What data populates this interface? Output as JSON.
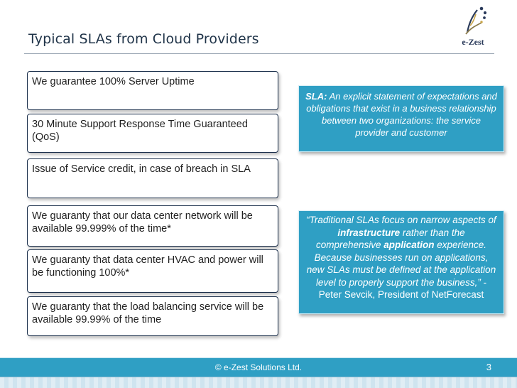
{
  "slide": {
    "title": "Typical SLAs from Cloud Providers",
    "logo_text": "e-Zest",
    "slas": [
      "We guarantee 100% Server Uptime",
      "30 Minute Support Response Time Guaranteed (QoS)",
      "Issue of Service credit, in case of breach in SLA",
      "We guaranty that our data center network will be available 99.999% of the time*",
      "We guaranty that data center HVAC and power will be functioning 100%*",
      "We guaranty that the load balancing service will be available 99.99% of the time"
    ],
    "definition": {
      "term": "SLA:",
      "text": "An explicit statement of expectations and obligations that exist in a business relationship between two organizations: the service provider and customer"
    },
    "quote": {
      "part1": "“Traditional SLAs focus on narrow aspects of ",
      "bold1": "infrastructure",
      "part2": " rather than the comprehensive ",
      "bold2": "application",
      "part3": " experience. Because businesses run on applications, new SLAs must be defined at the application level to properly support the business,” ",
      "attribution": " - Peter Sevcik, President of NetForecast"
    },
    "footer": {
      "copyright": "© e-Zest Solutions Ltd.",
      "page_number": "3"
    },
    "colors": {
      "accent": "#2f9fc4",
      "box_border": "#1b2f4b",
      "title": "#1f3348"
    }
  }
}
